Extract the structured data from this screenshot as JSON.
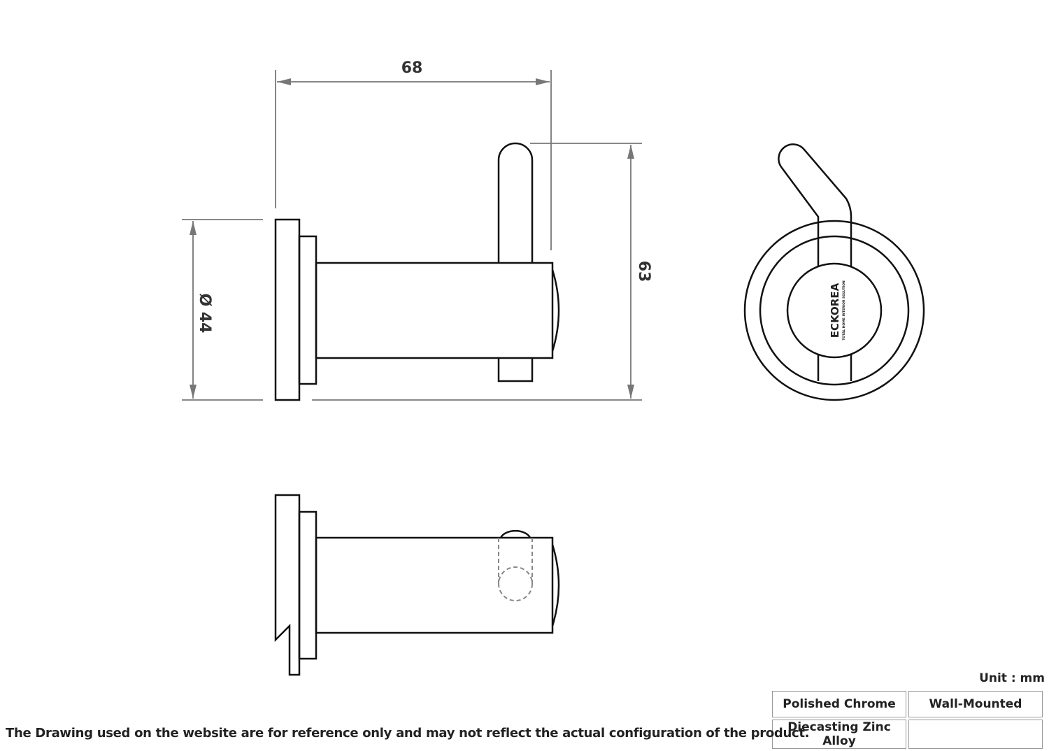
{
  "dimensions": {
    "width": "68",
    "height": "63",
    "diameter": "Ø 44"
  },
  "logo": {
    "brand": "ECKOREA",
    "tagline": "TOTAL HOME INTERIOR SOLUTION"
  },
  "unit": "Unit : mm",
  "spec_table": [
    [
      "Polished Chrome",
      "Wall-Mounted"
    ],
    [
      "Diecasting Zinc Alloy",
      ""
    ]
  ],
  "disclaimer": "The Drawing used on the website are for reference only and may not reflect the actual configuration of the product."
}
